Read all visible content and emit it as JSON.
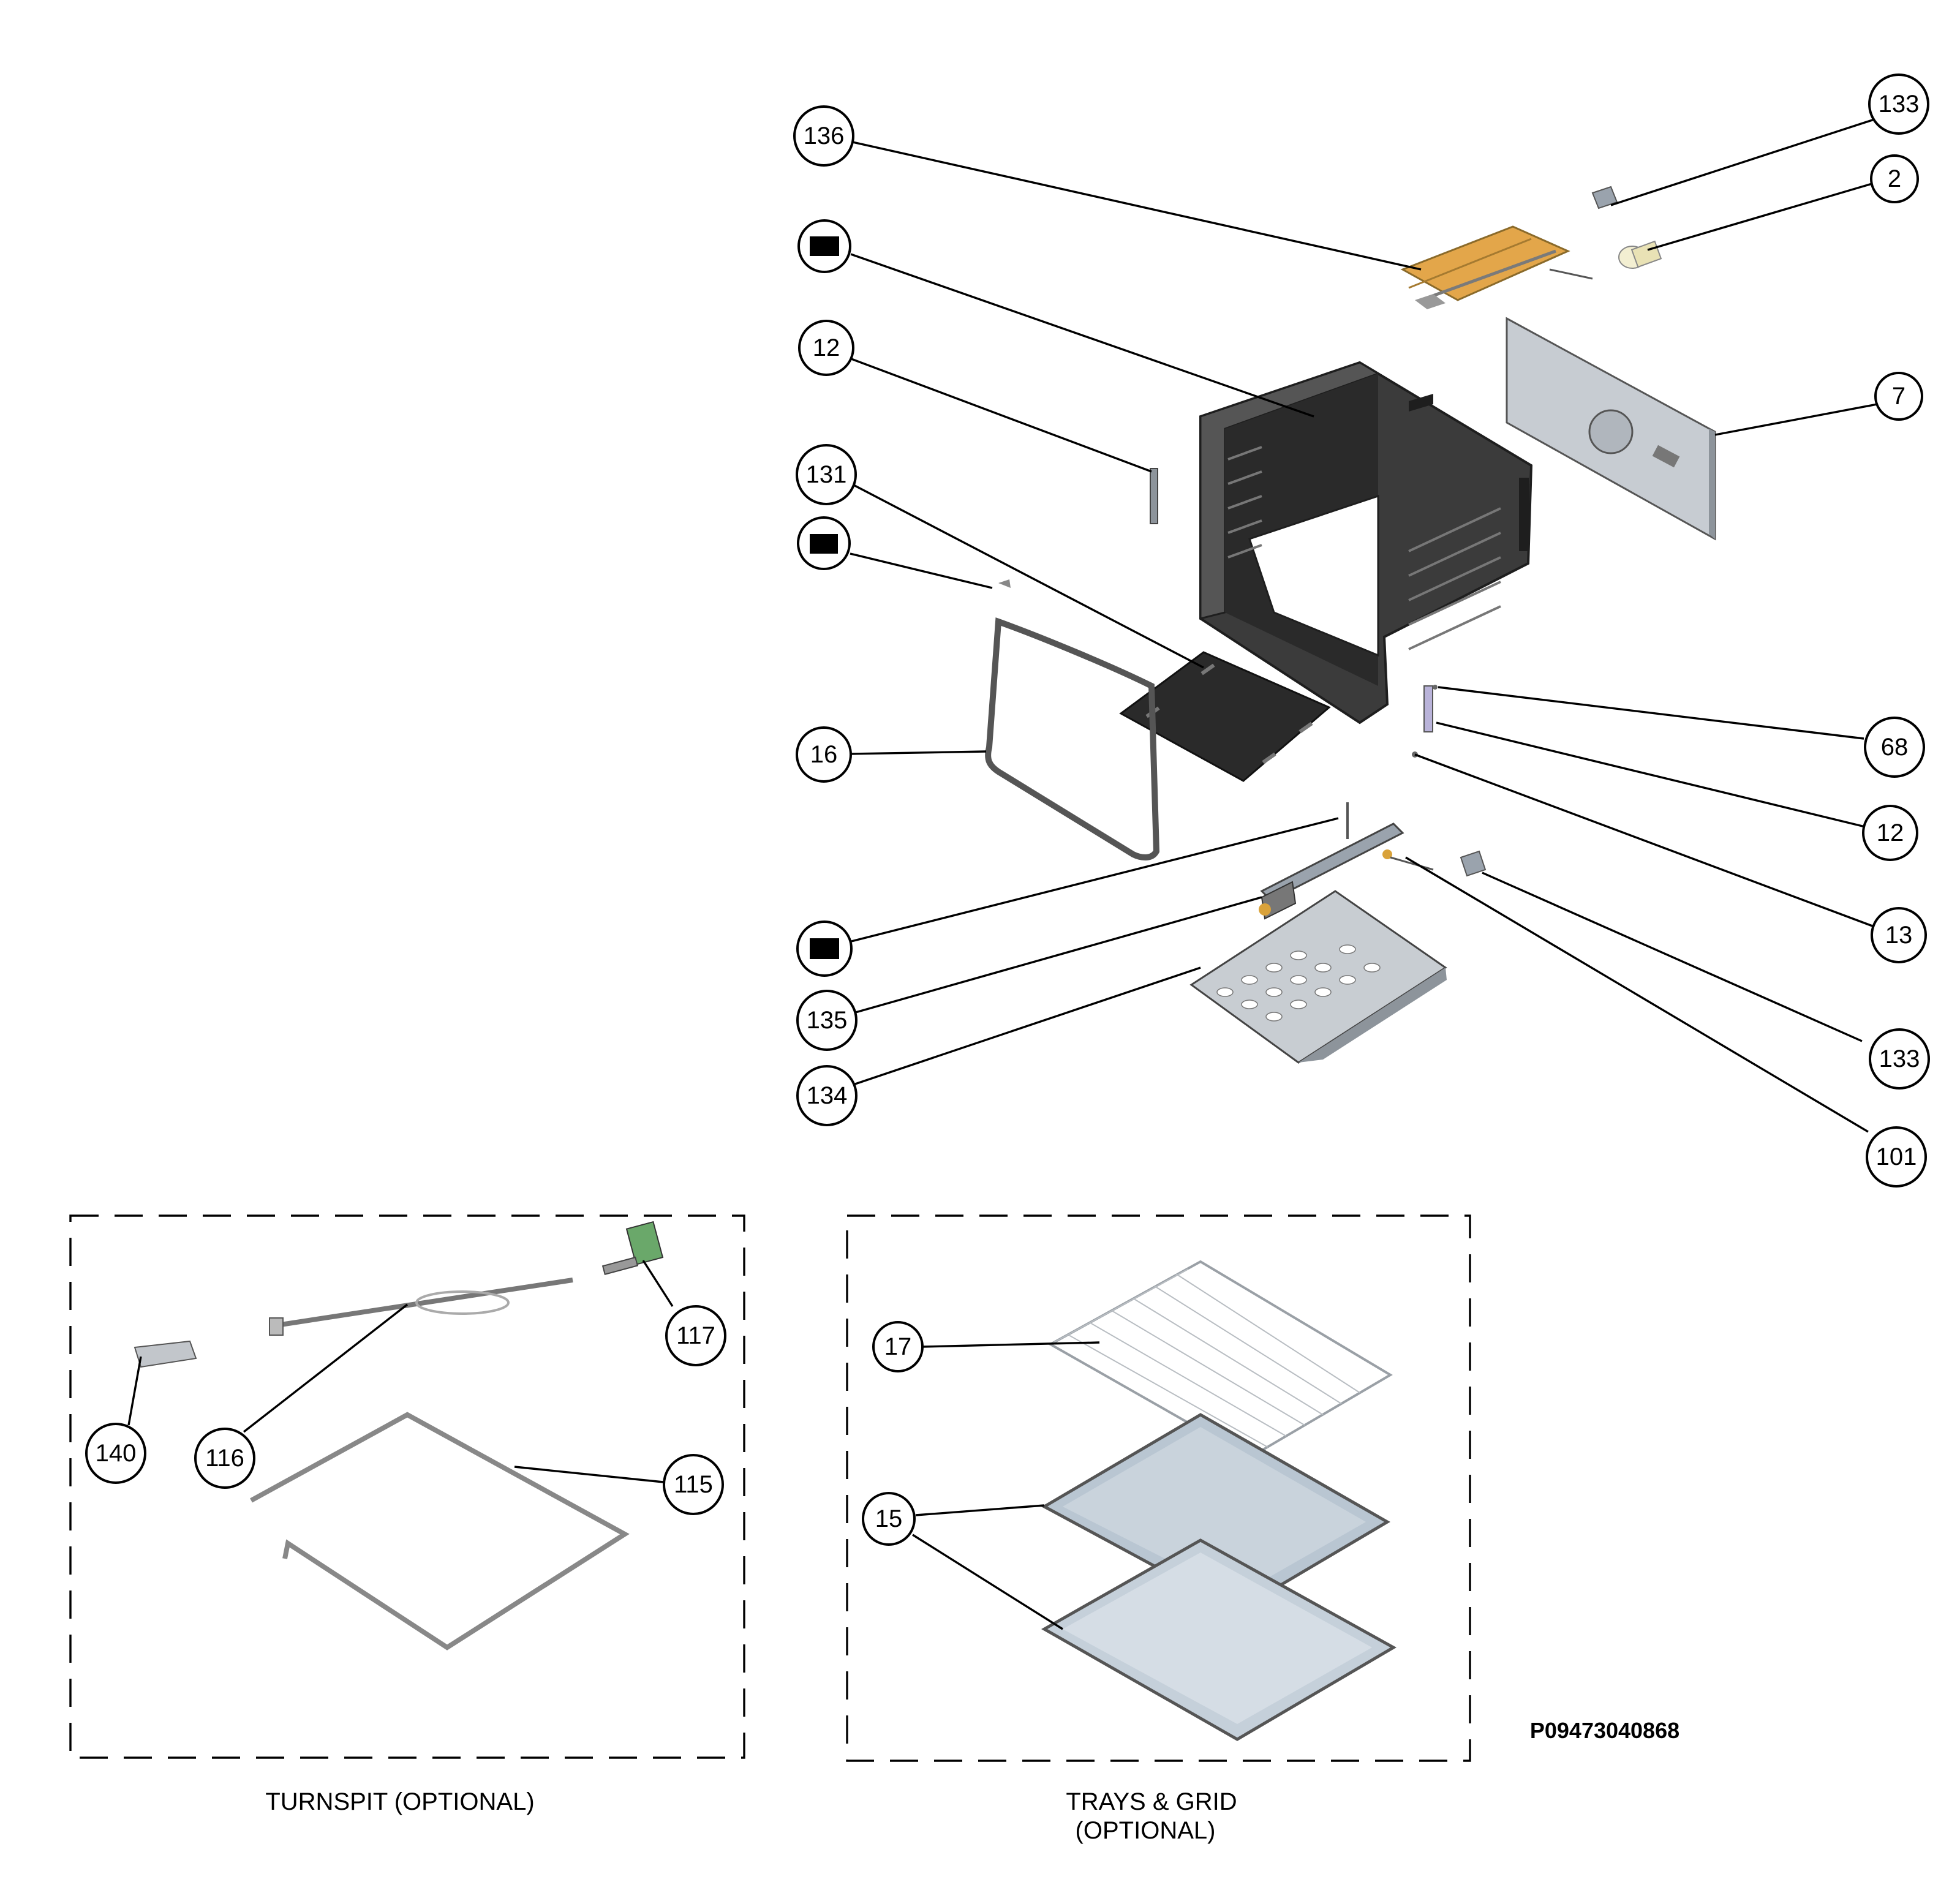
{
  "callouts": {
    "c136": "136",
    "c133a": "133",
    "c2": "2",
    "c12a": "12",
    "c7": "7",
    "c131": "131",
    "c16": "16",
    "c68": "68",
    "c12b": "12",
    "c13": "13",
    "c135": "135",
    "c134": "134",
    "c133b": "133",
    "c101": "101",
    "c117": "117",
    "c140": "140",
    "c116": "116",
    "c115": "115",
    "c17": "17",
    "c15": "15"
  },
  "captions": {
    "turnspit": "TURNSPIT (OPTIONAL)",
    "trays_line1": "TRAYS  & GRID",
    "trays_line2": "(OPTIONAL)"
  },
  "drawing_code": "P09473040868",
  "colors": {
    "cavity": "#3a3a3a",
    "heater": "#e3a64a",
    "metal": "#aab3bd",
    "tray": "#b9c6d2",
    "green_motor": "#6aa86a"
  }
}
